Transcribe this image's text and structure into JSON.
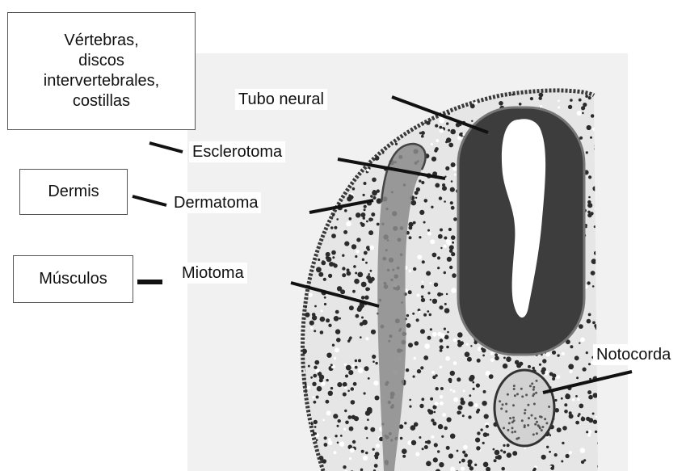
{
  "boxes": {
    "vertebras": [
      "Vértebras,",
      "discos",
      "intervertebrales,",
      "costillas"
    ],
    "dermis": "Dermis",
    "musculos": "Músculos"
  },
  "labels": {
    "tubo_neural": "Tubo neural",
    "esclerotoma": "Esclerotoma",
    "dermatoma": "Dermatoma",
    "miotoma": "Miotoma",
    "notocorda": "Notocorda"
  },
  "colors": {
    "tissue_bg": "#ececec",
    "neural_tube": "#3a3a3a",
    "dermomyotome": "#7a7a7a",
    "cell_dots": "#2b2b2b",
    "leader_lines": "#111111"
  }
}
